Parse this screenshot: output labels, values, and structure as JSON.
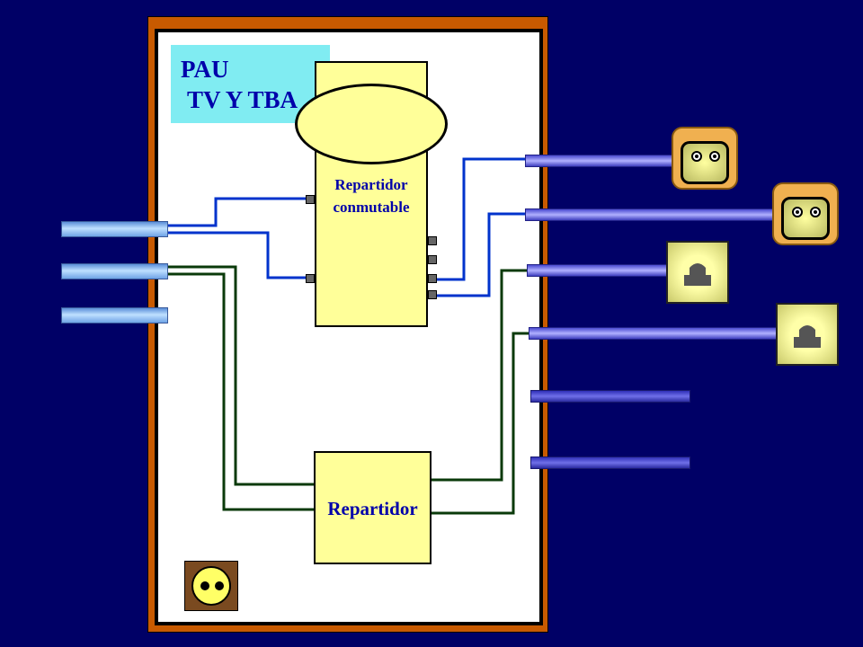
{
  "title": {
    "line1": "PAU",
    "line2": "TV Y TBA"
  },
  "devices": {
    "switch_splitter": {
      "line1": "Repartidor",
      "line2": "conmutable"
    },
    "splitter": {
      "label": "Repartidor"
    }
  },
  "colors": {
    "background": "#000066",
    "frame": "#c85a00",
    "title_box": "#80ecf2",
    "device_fill": "#ffff99",
    "label_text": "#0000aa",
    "tv_wire": "#0033cc",
    "phone_wire": "#0a3a0a"
  },
  "icons": {
    "tv_socket": "coax-socket-icon",
    "phone_socket": "rj-phone-jack-icon",
    "power_socket": "power-outlet-icon"
  }
}
